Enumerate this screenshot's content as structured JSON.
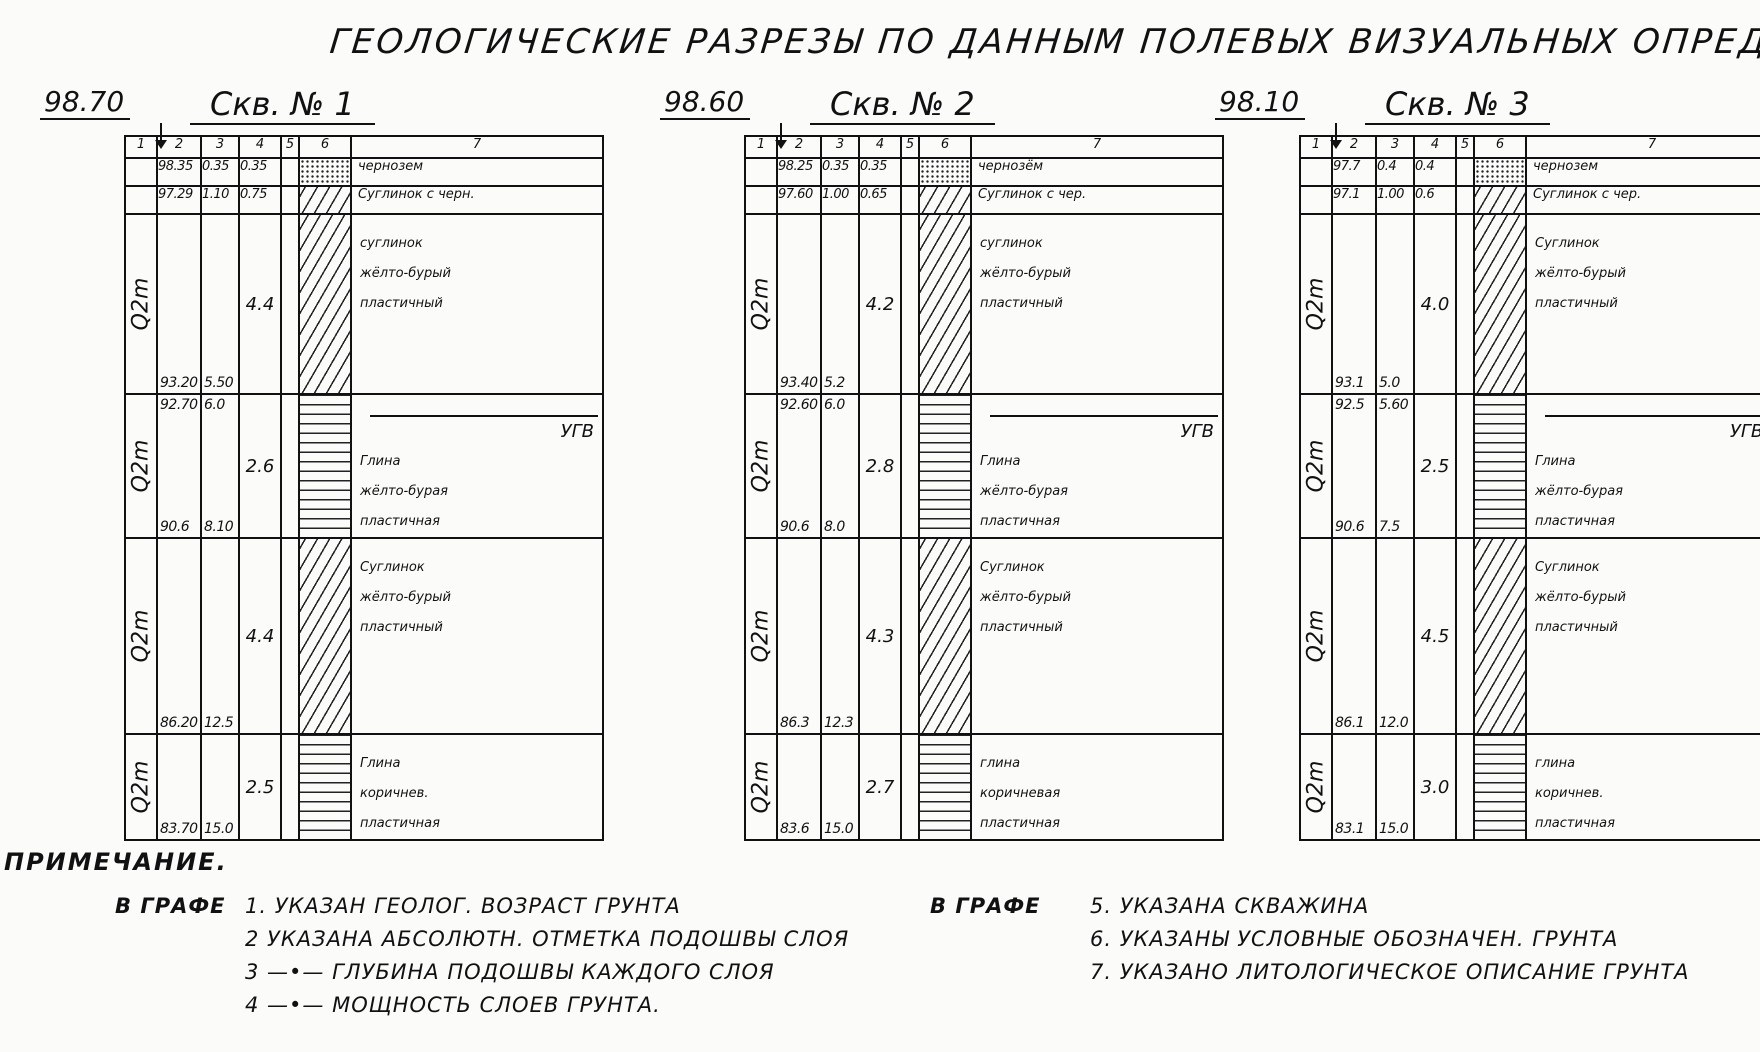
{
  "title": "ГЕОЛОГИЧЕСКИЕ РАЗРЕЗЫ ПО ДАННЫМ ПОЛЕВЫХ ВИЗУАЛЬНЫХ ОПРЕДЕЛЕНИЙ",
  "columns": [
    "1",
    "2",
    "3",
    "4",
    "5",
    "6",
    "7"
  ],
  "wells": [
    {
      "elevation": "98.70",
      "name": "Скв. № 1",
      "top_rows": [
        {
          "abs": "98.35",
          "depth": "0.35",
          "thick": "0.35",
          "desc": "чернозем",
          "pattern": "dots"
        },
        {
          "abs": "97.29",
          "depth": "1.10",
          "thick": "0.75",
          "desc": "Суглинок с черн.",
          "pattern": "hatch"
        }
      ],
      "layers": [
        {
          "age": "Q2m",
          "thick": "4.4",
          "lines": [
            "суглинок",
            "жёлто-бурый",
            "пластичный"
          ],
          "bottom_abs": "93.20",
          "bottom_depth": "5.50",
          "pattern": "hatch",
          "ugv": ""
        },
        {
          "age": "Q2m",
          "thick": "2.6",
          "lines": [
            "Глина",
            "жёлто-бурая",
            "пластичная"
          ],
          "top_abs": "92.70",
          "top_depth": "6.0",
          "bottom_abs": "90.6",
          "bottom_depth": "8.10",
          "pattern": "hlines",
          "ugv": "УГВ"
        },
        {
          "age": "Q2m",
          "thick": "4.4",
          "lines": [
            "Суглинок",
            "жёлто-бурый",
            "пластичный"
          ],
          "bottom_abs": "86.20",
          "bottom_depth": "12.5",
          "pattern": "hatch",
          "ugv": ""
        },
        {
          "age": "Q2m",
          "thick": "2.5",
          "lines": [
            "Глина",
            "коричнев.",
            "пластичная"
          ],
          "bottom_abs": "83.70",
          "bottom_depth": "15.0",
          "pattern": "hlines",
          "ugv": ""
        }
      ]
    },
    {
      "elevation": "98.60",
      "name": "Скв. № 2",
      "top_rows": [
        {
          "abs": "98.25",
          "depth": "0.35",
          "thick": "0.35",
          "desc": "чернозём",
          "pattern": "dots"
        },
        {
          "abs": "97.60",
          "depth": "1.00",
          "thick": "0.65",
          "desc": "Суглинок с чер.",
          "pattern": "hatch"
        }
      ],
      "layers": [
        {
          "age": "Q2m",
          "thick": "4.2",
          "lines": [
            "суглинок",
            "жёлто-бурый",
            "пластичный"
          ],
          "bottom_abs": "93.40",
          "bottom_depth": "5.2",
          "pattern": "hatch",
          "ugv": ""
        },
        {
          "age": "Q2m",
          "thick": "2.8",
          "lines": [
            "Глина",
            "жёлто-бурая",
            "пластичная"
          ],
          "top_abs": "92.60",
          "top_depth": "6.0",
          "bottom_abs": "90.6",
          "bottom_depth": "8.0",
          "pattern": "hlines",
          "ugv": "УГВ"
        },
        {
          "age": "Q2m",
          "thick": "4.3",
          "lines": [
            "Суглинок",
            "жёлто-бурый",
            "пластичный"
          ],
          "bottom_abs": "86.3",
          "bottom_depth": "12.3",
          "pattern": "hatch",
          "ugv": ""
        },
        {
          "age": "Q2m",
          "thick": "2.7",
          "lines": [
            "глина",
            "коричневая",
            "пластичная"
          ],
          "bottom_abs": "83.6",
          "bottom_depth": "15.0",
          "pattern": "hlines",
          "ugv": ""
        }
      ]
    },
    {
      "elevation": "98.10",
      "name": "Скв. № 3",
      "top_rows": [
        {
          "abs": "97.7",
          "depth": "0.4",
          "thick": "0.4",
          "desc": "чернозем",
          "pattern": "dots"
        },
        {
          "abs": "97.1",
          "depth": "1.00",
          "thick": "0.6",
          "desc": "Суглинок с чер.",
          "pattern": "hatch"
        }
      ],
      "layers": [
        {
          "age": "Q2m",
          "thick": "4.0",
          "lines": [
            "Суглинок",
            "жёлто-бурый",
            "пластичный"
          ],
          "bottom_abs": "93.1",
          "bottom_depth": "5.0",
          "pattern": "hatch",
          "ugv": ""
        },
        {
          "age": "Q2m",
          "thick": "2.5",
          "lines": [
            "Глина",
            "жёлто-бурая",
            "пластичная"
          ],
          "top_abs": "92.5",
          "top_depth": "5.60",
          "bottom_abs": "90.6",
          "bottom_depth": "7.5",
          "pattern": "hlines",
          "ugv": "УГВ."
        },
        {
          "age": "Q2m",
          "thick": "4.5",
          "lines": [
            "Суглинок",
            "жёлто-бурый",
            "пластичный"
          ],
          "bottom_abs": "86.1",
          "bottom_depth": "12.0",
          "pattern": "hatch",
          "ugv": ""
        },
        {
          "age": "Q2m",
          "thick": "3.0",
          "lines": [
            "глина",
            "коричнев.",
            "пластичная"
          ],
          "bottom_abs": "83.1",
          "bottom_depth": "15.0",
          "pattern": "hlines",
          "ugv": ""
        }
      ]
    }
  ],
  "notes": {
    "title": "ПРИМЕЧАНИЕ.",
    "prefix_left": "В ГРАФЕ",
    "prefix_right": "В ГРАФЕ",
    "left": [
      "1. УКАЗАН ГЕОЛОГ. ВОЗРАСТ ГРУНТА",
      "2 УКАЗАНА АБСОЛЮТН. ОТМЕТКА ПОДОШВЫ СЛОЯ",
      "3 —•— ГЛУБИНА ПОДОШВЫ КАЖДОГО СЛОЯ",
      "4 —•— МОЩНОСТЬ СЛОЕВ ГРУНТА."
    ],
    "right": [
      "5. УКАЗАНА СКВАЖИНА",
      "6. УКАЗАНЫ УСЛОВНЫЕ ОБОЗНАЧЕН. ГРУНТА",
      "7. УКАЗАНО ЛИТОЛОГИЧЕСКОЕ ОПИСАНИЕ ГРУНТА"
    ]
  }
}
